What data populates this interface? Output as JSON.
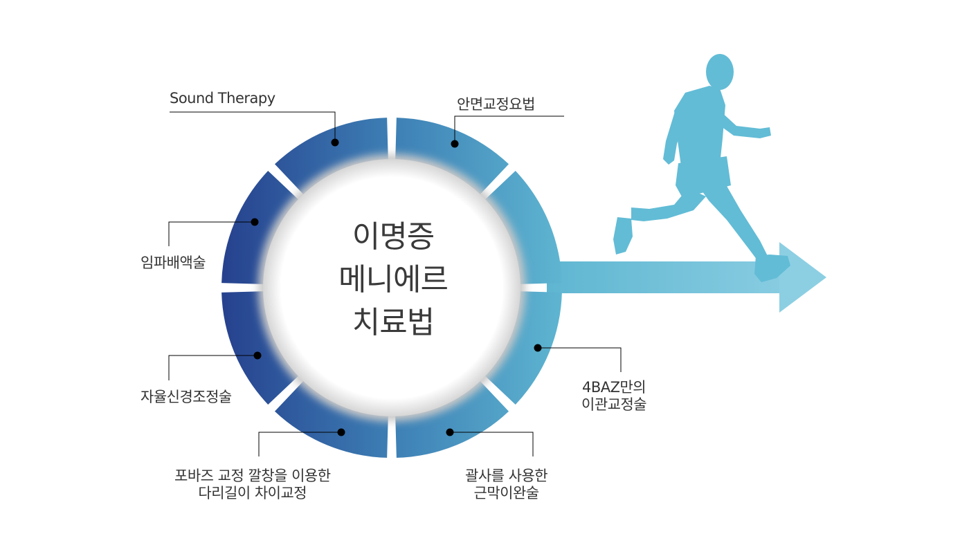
{
  "center": {
    "lines": [
      "이명증",
      "메니에르",
      "치료법"
    ]
  },
  "labels": {
    "sound_therapy": [
      "Sound Therapy"
    ],
    "face_correction": [
      "안면교정요법"
    ],
    "lymph_drainage": [
      "임파배액술"
    ],
    "autonomic_nerve": [
      "자율신경조정술"
    ],
    "leg_length": [
      "포바즈 교정 깔창을 이용한",
      "다리길이 차이교정"
    ],
    "gua_sha": [
      "괄사를 사용한",
      "근막이완술"
    ],
    "ear_tube": [
      "4BAZ만의",
      "이관교정술"
    ]
  },
  "colors": {
    "ring_dark": "#26418e",
    "ring_mid": "#3d7fb5",
    "ring_light": "#5eb5d1",
    "arrow": "#5fb8d3",
    "runner": "#62bcd6",
    "text": "#333333",
    "connector": "#000000"
  },
  "icons": {
    "runner": "running-person-silhouette-icon",
    "arrow": "right-arrow-icon"
  }
}
